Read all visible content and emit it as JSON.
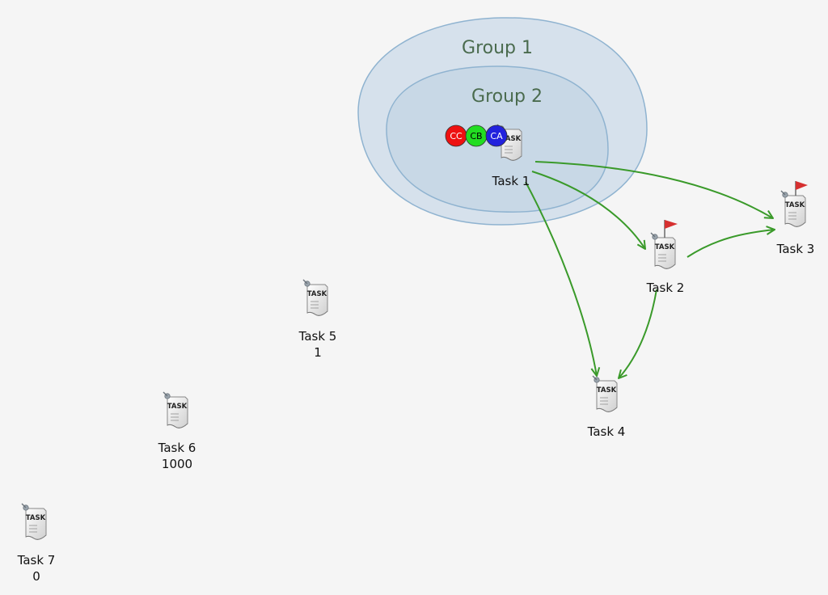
{
  "groups": [
    {
      "label": "Group 1"
    },
    {
      "label": "Group 2"
    }
  ],
  "badges": [
    {
      "label": "CC",
      "color": "#ee1111"
    },
    {
      "label": "CB",
      "color": "#22dd22"
    },
    {
      "label": "CA",
      "color": "#2222dd"
    }
  ],
  "tasks": [
    {
      "id": "t1",
      "icon_text": "TASK",
      "label": "Task 1",
      "value": "",
      "flag": false
    },
    {
      "id": "t2",
      "icon_text": "TASK",
      "label": "Task 2",
      "value": "",
      "flag": true
    },
    {
      "id": "t3",
      "icon_text": "TASK",
      "label": "Task 3",
      "value": "",
      "flag": true
    },
    {
      "id": "t4",
      "icon_text": "TASK",
      "label": "Task 4",
      "value": "",
      "flag": false
    },
    {
      "id": "t5",
      "icon_text": "TASK",
      "label": "Task 5",
      "value": "1",
      "flag": false
    },
    {
      "id": "t6",
      "icon_text": "TASK",
      "label": "Task 6",
      "value": "1000",
      "flag": false
    },
    {
      "id": "t7",
      "icon_text": "TASK",
      "label": "Task 7",
      "value": "0",
      "flag": false
    }
  ],
  "edges": [
    {
      "from": "Task 1",
      "to": "Task 3"
    },
    {
      "from": "Task 1",
      "to": "Task 2"
    },
    {
      "from": "Task 1",
      "to": "Task 4"
    },
    {
      "from": "Task 2",
      "to": "Task 3"
    },
    {
      "from": "Task 2",
      "to": "Task 4"
    }
  ],
  "colors": {
    "background": "#f5f5f5",
    "group_fill": "#c9d9e8",
    "group_stroke": "#8fb3d0",
    "edge": "#3a9a2a",
    "flag": "#d63030"
  },
  "icon_names": {
    "task": "task-document-icon",
    "flag": "flag-icon"
  }
}
